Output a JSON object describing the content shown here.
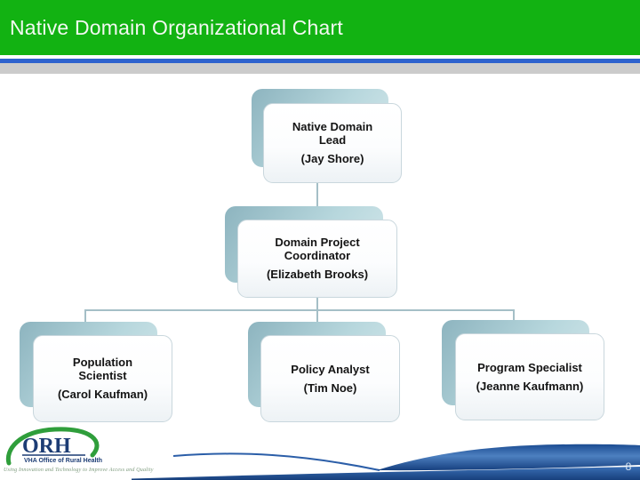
{
  "title": "Native Domain Organizational Chart",
  "org_chart": {
    "nodes": [
      {
        "role_line1": "Native Domain",
        "role_line2": "Lead",
        "name": "(Jay Shore)"
      },
      {
        "role_line1": "Domain Project",
        "role_line2": "Coordinator",
        "name": "(Elizabeth Brooks)"
      },
      {
        "role_line1": "Population",
        "role_line2": "Scientist",
        "name": "(Carol Kaufman)"
      },
      {
        "role_line1": "Policy Analyst",
        "name": "(Tim Noe)"
      },
      {
        "role_line1": "Program Specialist",
        "name": "(Jeanne Kaufmann)"
      }
    ]
  },
  "footer": {
    "logo": {
      "acronym": "ORH",
      "org_name": "VHA Office of Rural Health",
      "tagline": "Using Innovation and Technology to Improve Access and Quality"
    },
    "page_number": "8"
  },
  "colors": {
    "title-green": "#12b212",
    "stripe-blue": "#2e62ce",
    "stripe-gray": "#cbcbcb",
    "connector": "#a5bfc7",
    "shadow-teal": "#a9ced7",
    "wave-blue": "#2a5ca8",
    "logo-green": "#2f9e3b",
    "logo-navy": "#1c3c74"
  }
}
